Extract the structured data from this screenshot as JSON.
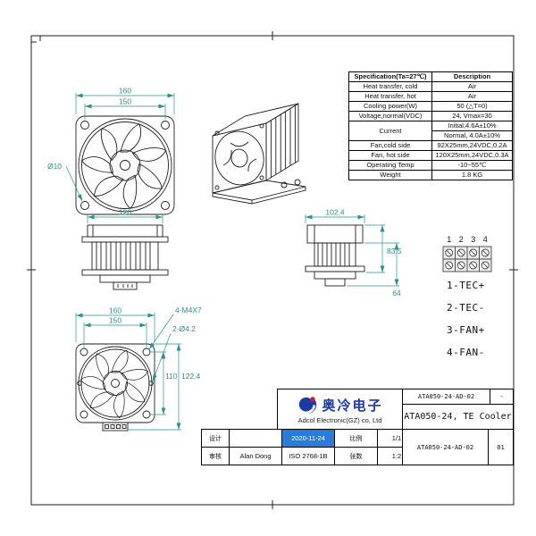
{
  "spec_table": {
    "title": "Specification(Ta=27℃)",
    "desc_header": "Description",
    "rows": [
      {
        "label": "Heat transfer, cold",
        "value": "Air"
      },
      {
        "label": "Heat transfer, hot",
        "value": "Air"
      },
      {
        "label": "Cooling power(W)",
        "value": "50 (△T=0)"
      },
      {
        "label": "Voltage,normal(VDC)",
        "value": "24, Vmax=30"
      },
      {
        "label": "Current",
        "value": "Initial,4.6A±10%",
        "value2": "Normal, 4.0A±10%"
      },
      {
        "label": "Fan,cold side",
        "value": "92X25mm,24VDC,0.2A"
      },
      {
        "label": "Fan, hot side",
        "value": "120X25mm,24VDC,0.3A"
      },
      {
        "label": "Operating Temp",
        "value": "-10~55℃"
      },
      {
        "label": "Weight",
        "value": "1.8 KG"
      }
    ]
  },
  "dims": {
    "fan_front_top": {
      "overall": "160",
      "holes": "150",
      "hole_dia": "Ø10"
    },
    "side_left": {
      "width": "120"
    },
    "side_right": {
      "width": "102.4",
      "height1": "83.5",
      "height2": "64"
    },
    "fan_front_bottom": {
      "overall": "160",
      "holes": "150",
      "thread_holes": "4-M4X7",
      "thru_holes": "2-Ø4.2",
      "height1": "110",
      "height2": "122.4"
    }
  },
  "terminals": {
    "pins": [
      "1",
      "2",
      "3",
      "4"
    ],
    "labels": [
      "1-TEC+",
      "2-TEC-",
      "3-FAN+",
      "4-FAN-"
    ]
  },
  "title_block": {
    "brand_cn": "奥冷电子",
    "company": "Adcol Electronic(GZ) co, Ltd",
    "drawing_no": "ATA050-24-AD-02",
    "revision": "-",
    "title": "ATA050-24, TE Cooler",
    "drawing_no_bottom": "ATA050-24-AD-02",
    "sheet": "01",
    "design_label": "设计",
    "check_label": "审核",
    "designer": "Alan Dong",
    "date": "2020-11-24",
    "tolerance_std": "ISO 2768-1B",
    "scale_label": "比例",
    "scale": "1/1",
    "sheets_label": "张数",
    "sheets": "1:2"
  },
  "colors": {
    "dimension": "#2e8f8f",
    "line": "#1f1f1f",
    "brand_blue": "#1c39a8",
    "logo_red": "#cc2229",
    "highlight_blue": "#2b7cd9"
  }
}
